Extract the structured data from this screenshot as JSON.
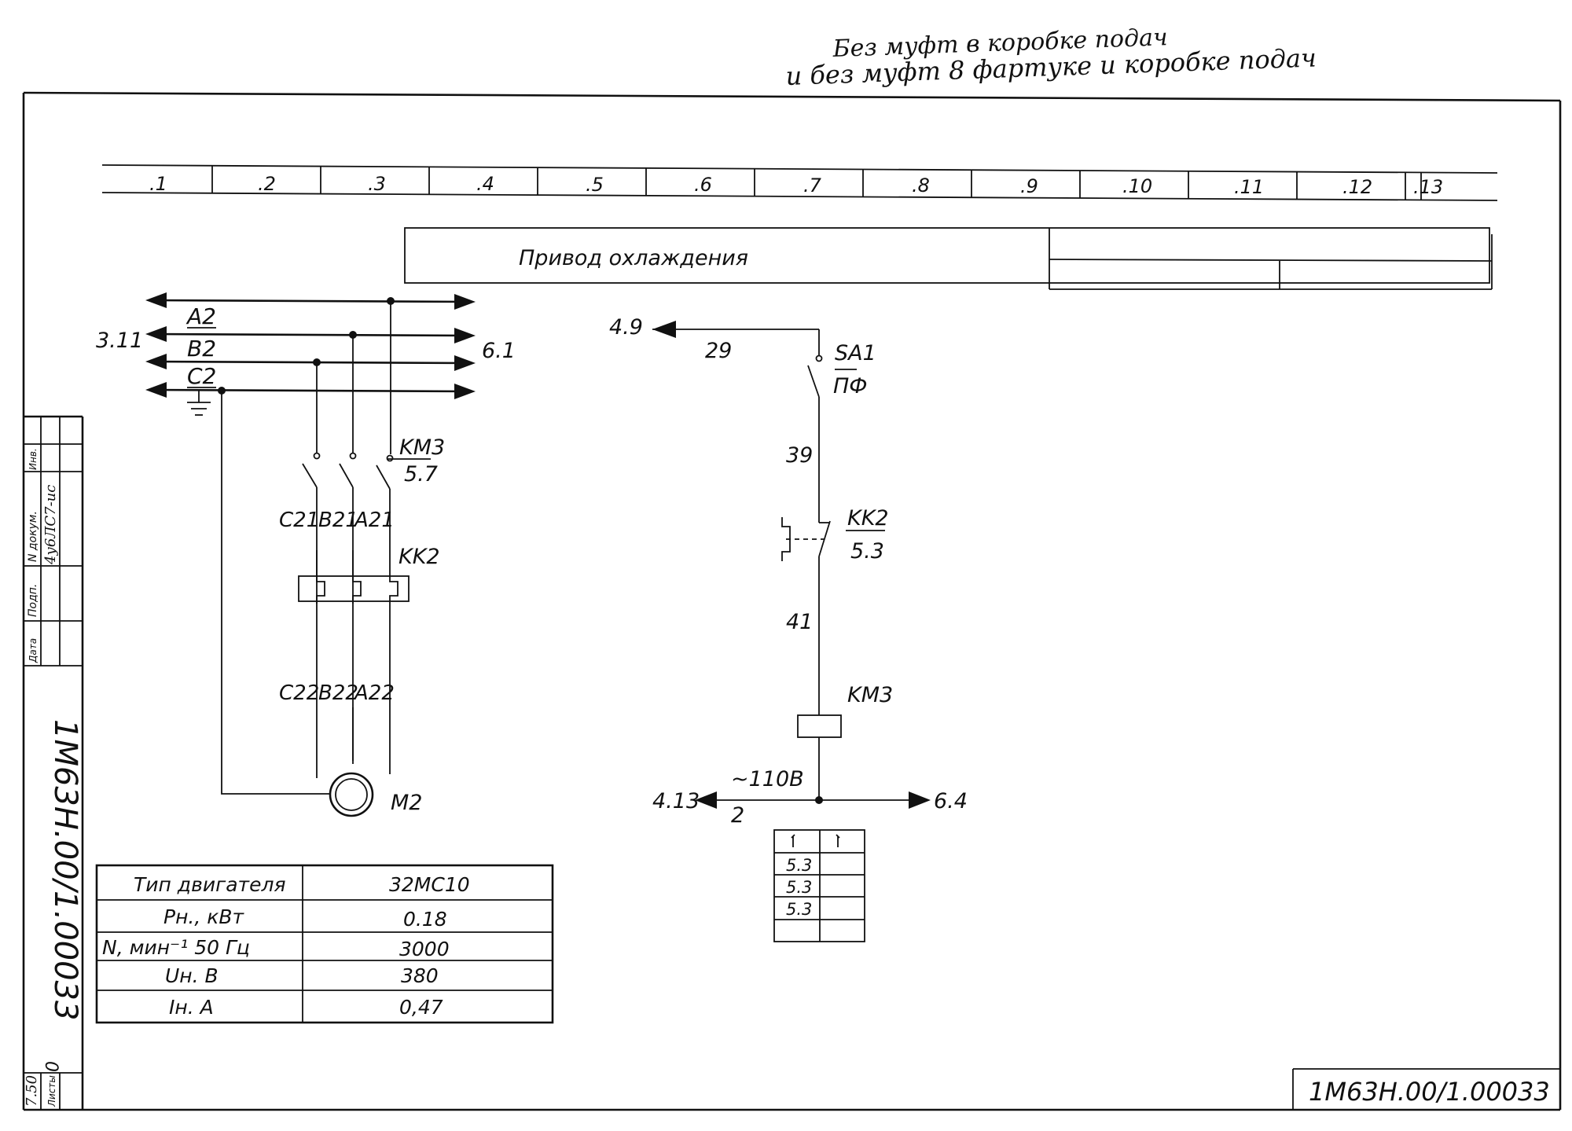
{
  "header_note": {
    "line1": "Без муфт  в коробке подач",
    "line2": "и без муфт 8 фартуке  и коробке подач"
  },
  "zones": [
    ".1",
    ".2",
    ".3",
    ".4",
    ".5",
    ".6",
    ".7",
    ".8",
    ".9",
    ".10",
    ".11",
    ".12",
    ".13"
  ],
  "title_block": {
    "title": "Привод охлаждения"
  },
  "power_circuit": {
    "buses": [
      "A2",
      "B2",
      "C2"
    ],
    "left_ref": "3.11",
    "right_ref": "6.1",
    "contactor": {
      "name": "KM3",
      "ref": "5.7"
    },
    "upper_wires": [
      "C21",
      "B21",
      "A21"
    ],
    "thermal_relay": "KK2",
    "lower_wires": [
      "C22",
      "B22",
      "A22"
    ],
    "motor": "M2"
  },
  "control_circuit": {
    "top_ref": "4.9",
    "wire_top": "29",
    "switch": {
      "name": "SA1",
      "sub": "ПФ"
    },
    "wire_mid": "39",
    "relay_contact": {
      "name": "KK2",
      "ref": "5.3"
    },
    "wire_low": "41",
    "coil": "KM3",
    "voltage": "~110В",
    "wire_bottom": "2",
    "left_ref": "4.13",
    "right_ref": "6.4",
    "contact_table": [
      "5.3",
      "5.3",
      "5.3"
    ]
  },
  "motor_table": {
    "rows": [
      {
        "label": "Тип двигателя",
        "value": "32МС10"
      },
      {
        "label": "Рн., кВт",
        "value": "0.18"
      },
      {
        "label": "N, мин⁻¹ 50 Гц",
        "value": "3000"
      },
      {
        "label": "Uн. В",
        "value": "380"
      },
      {
        "label": "Iн. А",
        "value": "0,47"
      }
    ]
  },
  "side_stamp": {
    "cells": [
      "Инв.",
      "N докум.",
      "Подп.",
      "Дата"
    ],
    "handwritten": "4у6ЛС7-ис",
    "doc_number": "1М63Н.00/1.00033",
    "sheet_no": "0",
    "sheet_label": "Листы",
    "sheet_code": "7.50"
  },
  "doc_code": "1М63Н.00/1.00033"
}
